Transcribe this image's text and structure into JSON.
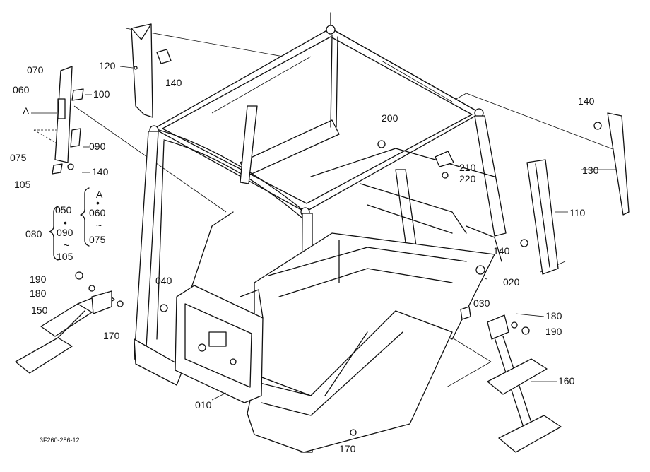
{
  "diagram": {
    "code": "3F260-286-12",
    "labels": {
      "p010": "010",
      "p020": "020",
      "p030": "030",
      "p040": "040",
      "p050": "050",
      "p060": "060",
      "p060b": "060",
      "p070": "070",
      "p075": "075",
      "p075b": "075",
      "p080": "080",
      "p090": "090",
      "p090b": "090",
      "p100": "100",
      "p105": "105",
      "p105b": "105",
      "p110": "110",
      "p120": "120",
      "p130": "130",
      "p140a": "140",
      "p140b": "140",
      "p140c": "140",
      "p140d": "140",
      "p150": "150",
      "p160": "160",
      "p170a": "170",
      "p170b": "170",
      "p180a": "180",
      "p180b": "180",
      "p190a": "190",
      "p190b": "190",
      "p200": "200",
      "p210": "210",
      "p220": "220",
      "refA1": "A",
      "refA2": "A",
      "tilde1": "~",
      "tilde2": "~",
      "dot1": "•",
      "dot2": "•"
    }
  }
}
